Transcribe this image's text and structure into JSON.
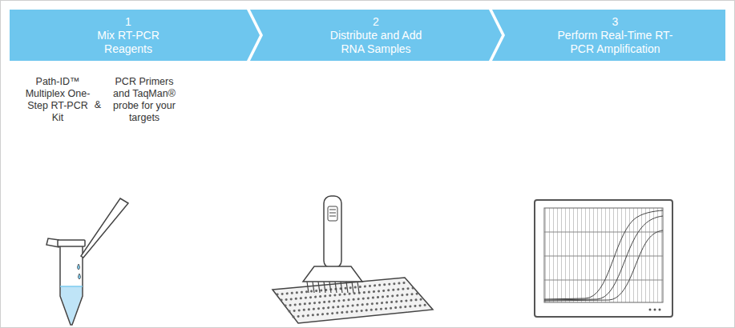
{
  "diagram": {
    "nodes": [
      {
        "text": [
          "1",
          "Mix RT-PCR Reagents"
        ]
      },
      {
        "text": [
          "2",
          "Distribute and Add RNA Samples"
        ]
      },
      {
        "text": [
          "3",
          "Perform Real-Time RT-PCR Amplification"
        ]
      }
    ],
    "labels": [
      "Path-ID™ Multiplex One-Step RT-PCR Kit",
      "&",
      "PCR Primers and TaqMan® probe for your targets"
    ]
  }
}
